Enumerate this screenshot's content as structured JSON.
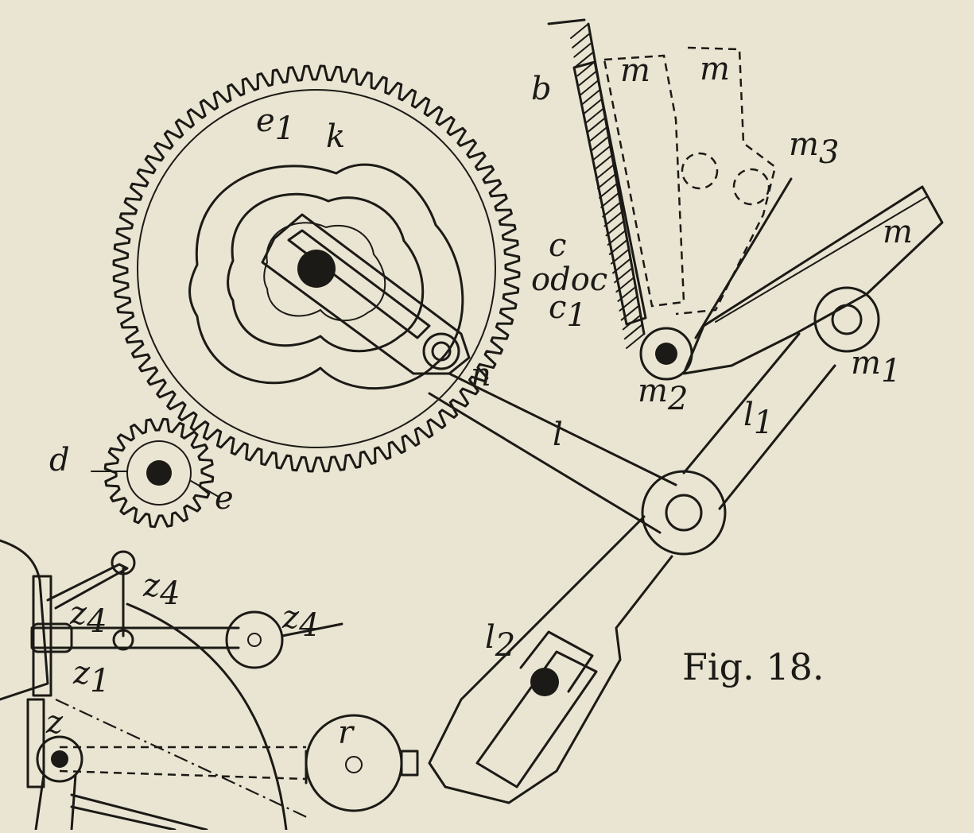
{
  "figure": {
    "caption": "Fig. 18.",
    "labels": {
      "e1": {
        "base": "e",
        "sub": "1"
      },
      "k": {
        "base": "k",
        "sub": ""
      },
      "d": {
        "base": "d",
        "sub": ""
      },
      "e": {
        "base": "e",
        "sub": ""
      },
      "n": {
        "base": "n",
        "sub": ""
      },
      "l": {
        "base": "l",
        "sub": ""
      },
      "l1": {
        "base": "l",
        "sub": "1"
      },
      "l2": {
        "base": "l",
        "sub": "2"
      },
      "b": {
        "base": "b",
        "sub": ""
      },
      "c": {
        "base": "c",
        "sub": ""
      },
      "odoc": {
        "base": "odoc",
        "sub": ""
      },
      "c1": {
        "base": "c",
        "sub": "1"
      },
      "m_a": {
        "base": "m",
        "sub": ""
      },
      "m_b": {
        "base": "m",
        "sub": ""
      },
      "m_c": {
        "base": "m",
        "sub": ""
      },
      "m1": {
        "base": "m",
        "sub": "1"
      },
      "m2": {
        "base": "m",
        "sub": "2"
      },
      "m3": {
        "base": "m",
        "sub": "3"
      },
      "z4a": {
        "base": "z",
        "sub": "4"
      },
      "z4b": {
        "base": "z",
        "sub": "4"
      },
      "z4c": {
        "base": "z",
        "sub": "4"
      },
      "z1": {
        "base": "z",
        "sub": "1"
      },
      "z2": {
        "base": "z",
        "sub": ""
      },
      "r": {
        "base": "r",
        "sub": ""
      }
    }
  }
}
